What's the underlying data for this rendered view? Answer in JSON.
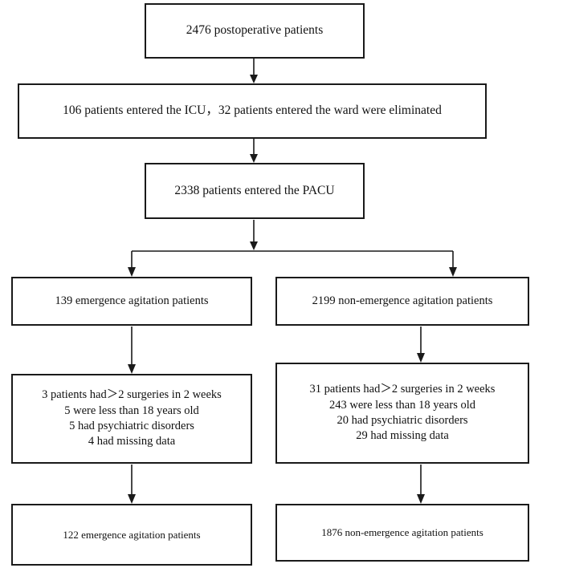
{
  "diagram": {
    "title": "Patient enrollment flow diagram",
    "type": "flowchart",
    "line_color": "#1a1a1a",
    "box_fill": "#ffffff",
    "background": "#ffffff",
    "nodes": {
      "total": {
        "id": "total-patients",
        "text": "2476 postoperative patients",
        "count": 2476
      },
      "excluded": {
        "id": "excluded-icu-ward",
        "text": "106 patients entered the ICU，32 patients entered the ward were eliminated",
        "icu_count": 106,
        "ward_count": 32
      },
      "pacu": {
        "id": "pacu-patients",
        "text": "2338 patients entered the PACU",
        "count": 2338
      },
      "ea": {
        "id": "emergence-agitation",
        "text": "139 emergence agitation patients",
        "count": 139
      },
      "nonea": {
        "id": "non-emergence-agitation",
        "text": "2199 non-emergence agitation patients",
        "count": 2199
      },
      "ea_exclusions": {
        "id": "ea-exclusion-criteria",
        "text": "3 patients had＞2 surgeries in 2 weeks\n5 were less than 18 years old\n5 had psychiatric disorders\n4 had missing data",
        "lines": [
          "3 patients had＞2 surgeries in 2 weeks",
          "5 were less than 18 years old",
          "5 had psychiatric disorders",
          "4 had missing data"
        ],
        "counts": [
          3,
          5,
          5,
          4
        ]
      },
      "nonea_exclusions": {
        "id": "nonea-exclusion-criteria",
        "text": "31 patients had＞2 surgeries in 2 weeks\n243 were less than 18 years old\n20 had psychiatric disorders\n29 had missing data",
        "lines": [
          "31 patients had＞2 surgeries in 2 weeks",
          "243 were less than 18 years old",
          "20 had psychiatric disorders",
          "29 had missing data"
        ],
        "counts": [
          31,
          243,
          20,
          29
        ]
      },
      "ea_final": {
        "id": "final-emergence-agitation",
        "text": "122 emergence agitation patients",
        "count": 122
      },
      "nonea_final": {
        "id": "final-non-emergence-agitation",
        "text": "1876 non-emergence agitation patients",
        "count": 1876
      }
    },
    "connectors": [
      {
        "name": "total-to-excluded",
        "kind": "arrow-down"
      },
      {
        "name": "excluded-to-pacu",
        "kind": "arrow-down"
      },
      {
        "name": "pacu-to-split",
        "kind": "arrow-down"
      },
      {
        "name": "split-bracket",
        "kind": "tee-split"
      },
      {
        "name": "split-to-ea",
        "kind": "arrow-down"
      },
      {
        "name": "split-to-nonea",
        "kind": "arrow-down"
      },
      {
        "name": "ea-to-exclusions",
        "kind": "arrow-down"
      },
      {
        "name": "nonea-to-exclusions",
        "kind": "arrow-down"
      },
      {
        "name": "ea-exclusions-to-final",
        "kind": "arrow-down"
      },
      {
        "name": "nonea-exclusions-to-final",
        "kind": "arrow-down"
      }
    ]
  }
}
